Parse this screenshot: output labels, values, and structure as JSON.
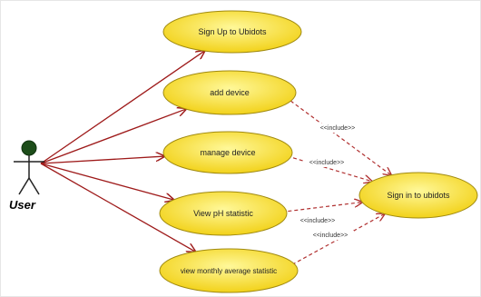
{
  "actor": {
    "name": "User"
  },
  "use_cases": [
    {
      "id": "sign-up-to-ubidots",
      "label": "Sign Up to Ubidots"
    },
    {
      "id": "add-device",
      "label": "add device"
    },
    {
      "id": "manage-device",
      "label": "manage device"
    },
    {
      "id": "view-ph-statistic",
      "label": "View pH statistic"
    },
    {
      "id": "view-monthly-average-statistic",
      "label": "view monthly average statistic"
    },
    {
      "id": "sign-in-to-ubidots",
      "label": "Sign in to ubidots"
    }
  ],
  "associations": [
    {
      "from": "actor",
      "to": "sign-up-to-ubidots"
    },
    {
      "from": "actor",
      "to": "add-device"
    },
    {
      "from": "actor",
      "to": "manage-device"
    },
    {
      "from": "actor",
      "to": "view-ph-statistic"
    },
    {
      "from": "actor",
      "to": "view-monthly-average-statistic"
    }
  ],
  "includes": [
    {
      "from": "add-device",
      "to": "sign-in-to-ubidots",
      "label": "<<include>>"
    },
    {
      "from": "manage-device",
      "to": "sign-in-to-ubidots",
      "label": "<<include>>"
    },
    {
      "from": "view-ph-statistic",
      "to": "sign-in-to-ubidots",
      "label": "<<include>>"
    },
    {
      "from": "view-monthly-average-statistic",
      "to": "sign-in-to-ubidots",
      "label": "<<include>>"
    }
  ],
  "colors": {
    "use_case_fill_center": "#fff89a",
    "use_case_fill_edge": "#f2d21a",
    "use_case_stroke": "#a08a10",
    "association_line": "#9e1a1a",
    "include_line": "#b03030",
    "actor_head": "#1d4d1a"
  }
}
